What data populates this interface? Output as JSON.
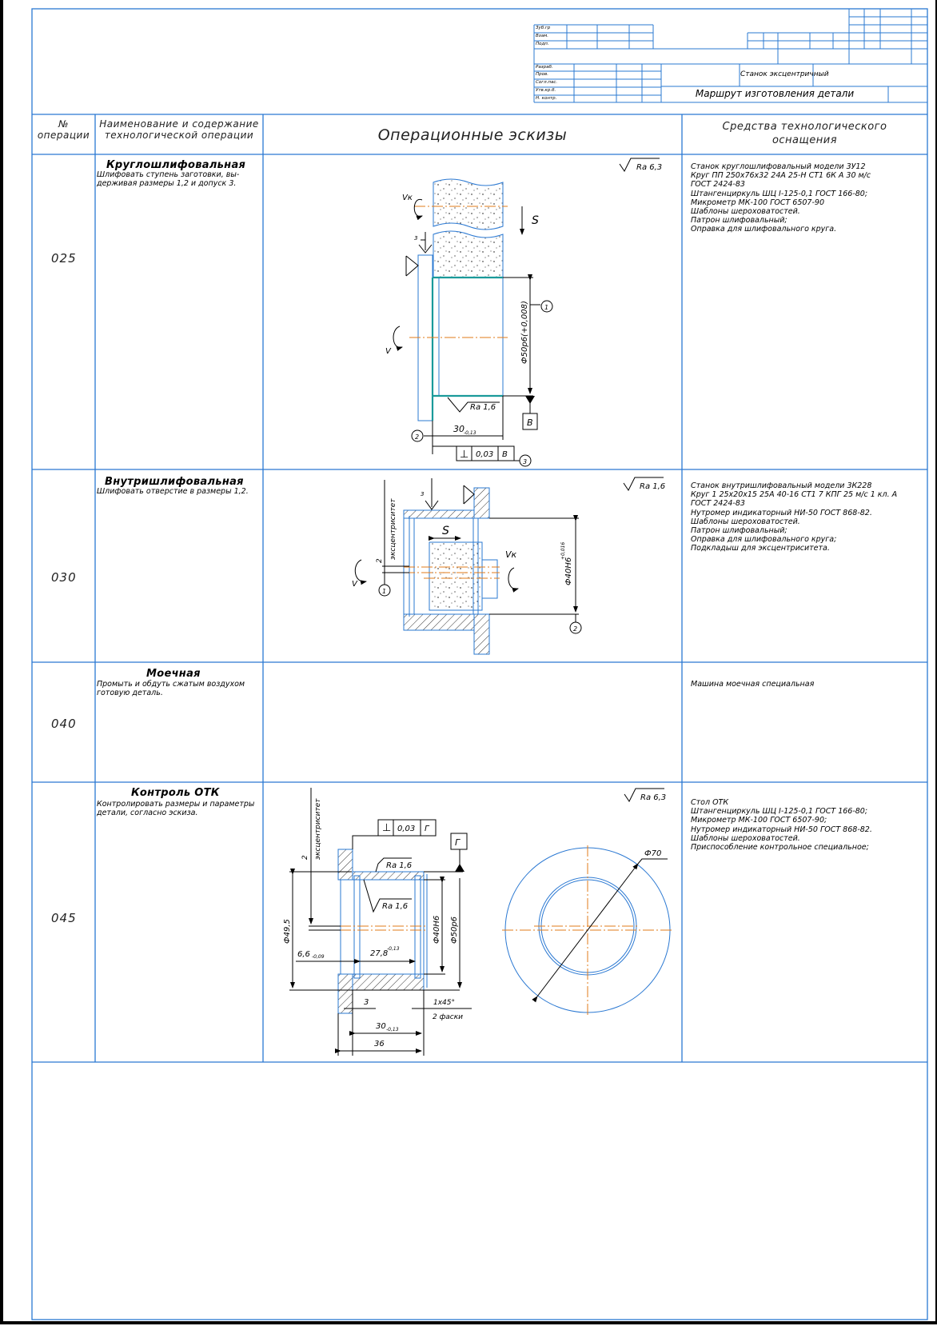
{
  "title_block": {
    "left_labels_top": [
      "Зуб.гр",
      "Взам.",
      "Подп."
    ],
    "left_labels_bottom": [
      "Разраб.",
      "Пров.",
      "Согл.пас.",
      "Утв.кр.б.",
      "Н. контр."
    ],
    "part_name": "Станок эксцентричный",
    "doc_title": "Маршрут изготовления детали"
  },
  "header": {
    "op_no": "№\nоперации",
    "op_no_line1": "№",
    "op_no_line2": "операции",
    "name_line1": "Наименование и содержание",
    "name_line2": "технологической операции",
    "sketches": "Операционные эскизы",
    "tools_line1": "Средства технологического",
    "tools_line2": "оснащения"
  },
  "operations": [
    {
      "number": "025",
      "name": "Круглошлифовальная",
      "desc": [
        "Шлифовать ступень заготовки, вы-",
        "держивая размеры 1,2 и допуск 3."
      ],
      "tools": [
        "Станок круглошлифовальный модели 3У12",
        "Круг ПП 250х76х32 24А 25-Н СТ1 6К А 30 м/с",
        "ГОСТ 2424-83",
        "Штангенциркуль ШЦ I-125-0,1 ГОСТ 166-80;",
        "Микрометр МК-100 ГОСТ 6507-90",
        "Шаблоны шероховатостей.",
        "Патрон шлифовальный;",
        "Оправка для шлифовального круга."
      ],
      "sketch": {
        "ra_general": "Ra 6,3",
        "ra_surface": "Ra 1,6",
        "dia": "Ф50р6(+0,008)",
        "length": "30",
        "length_tol": "-0,13",
        "datum": "В",
        "perp_symbol": "⊥",
        "perp_value": "0,03",
        "perp_datum": "В",
        "feed": "S",
        "wheel_speed": "Vк",
        "work_speed": "V",
        "clamp_mark": "3",
        "callouts": [
          "1",
          "2",
          "3"
        ]
      }
    },
    {
      "number": "030",
      "name": "Внутришлифовальная",
      "desc": [
        "Шлифовать отверстие в размеры 1,2."
      ],
      "tools": [
        "Станок внутришлифовальный модели 3К228",
        "Круг 1 25х20х15 25А 40-16 СТ1 7 КПГ 25 м/с 1 кл. А",
        "ГОСТ 2424-83",
        "Нутромер индикаторный НИ-50 ГОСТ 868-82.",
        "Шаблоны шероховатостей.",
        "Патрон шлифовальный;",
        "Оправка для шлифовального круга;",
        "Подкладыш для эксцентриситета."
      ],
      "sketch": {
        "ra_general": "Ra 1,6",
        "dia": "Ф40Н6",
        "dia_tol": "+0,016",
        "ecc_label": "эксцентриситет",
        "ecc_value": "2",
        "feed": "S",
        "wheel_speed": "Vк",
        "work_speed": "V",
        "clamp_mark": "3",
        "callouts": [
          "1",
          "2"
        ]
      }
    },
    {
      "number": "040",
      "name": "Моечная",
      "desc": [
        "Промыть и обдуть сжатым воздухом",
        "готовую деталь."
      ],
      "tools": [
        "Машина моечная специальная"
      ]
    },
    {
      "number": "045",
      "name": "Контроль ОТК",
      "desc": [
        "Контролировать размеры и параметры",
        "детали, согласно эскиза."
      ],
      "tools": [
        "Стол ОТК",
        "Штангенциркуль ШЦ I-125-0,1 ГОСТ 166-80;",
        "Микрометр МК-100 ГОСТ 6507-90;",
        "Нутромер индикаторный НИ-50 ГОСТ 868-82.",
        "Шаблоны шероховатостей.",
        "Приспособление контрольное специальное;"
      ],
      "sketch": {
        "ra_general": "Ra 6,3",
        "ra_top": "Ra 1,6",
        "ra_bore": "Ra 1,6",
        "ecc_label": "эксцентриситет",
        "ecc_value": "2",
        "perp_symbol": "⊥",
        "perp_value": "0,03",
        "perp_datum": "Г",
        "datum": "Г",
        "dia_495": "Ф49,5",
        "dia_40": "Ф40Н6",
        "dia_50": "Ф50р6",
        "dim_66": "6,6",
        "dim_66_tol": "-0,09",
        "dim_278": "27,8",
        "dim_278_tol": "-0,13",
        "dim_3": "3",
        "chamfer": "1х45°",
        "chamfer_note": "2 фаски",
        "dim_30": "30",
        "dim_30_tol": "-0,13",
        "dim_36": "36",
        "dia_70": "Ф70"
      }
    }
  ],
  "colors": {
    "frame": "#2a78d2",
    "centerline": "#e07b1a",
    "teal": "#1a9a9a"
  }
}
